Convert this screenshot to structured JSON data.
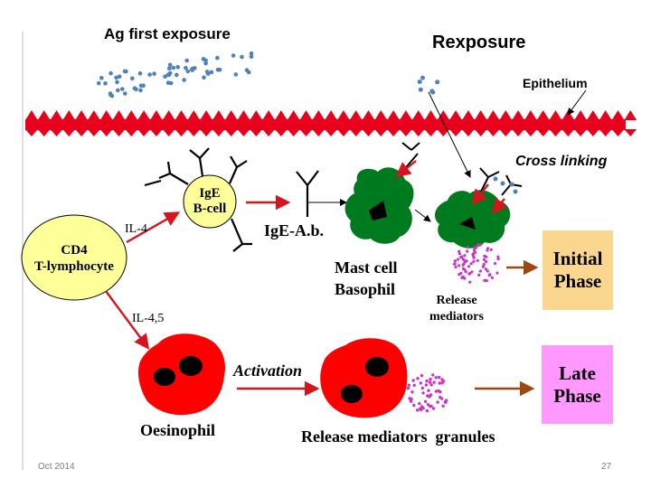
{
  "slide": {
    "ag_first_exposure": "Ag first exposure",
    "rexposure": "Rexposure",
    "epithelium": "Epithelium",
    "cross_linking": "Cross linking",
    "ige_bcell_line1": "IgE",
    "ige_bcell_line2": "B-cell",
    "il4": "IL-4",
    "il45": "IL-4,5",
    "cd4_line1": "CD4",
    "cd4_line2": "T-lymphocyte",
    "ige_ab": "IgE-A.b.",
    "mast_cell": "Mast cell",
    "basophil": "Basophil",
    "release_line1": "Release",
    "release_line2": "mediators",
    "initial_line1": "Initial",
    "initial_line2": "Phase",
    "late_line1": "Late",
    "late_line2": "Phase",
    "activation": "Activation",
    "oesinophil": "Oesinophil",
    "release_granules": "Release mediators  granules",
    "footer_date": "Oct 2014",
    "page_number": "27"
  },
  "colors": {
    "epithelium": "#e8001c",
    "antigen_dots": "#4f81bd",
    "mast_cell": "#007a1f",
    "eosinophil": "#ff0000",
    "mediators": "#cc33cc",
    "red_arrow": "#d7141e",
    "brown_arrow": "#a0460f",
    "bcell_fill": "#ffff99",
    "initial_phase_box": "#fbd68e",
    "late_phase_box": "#ff99ff"
  }
}
